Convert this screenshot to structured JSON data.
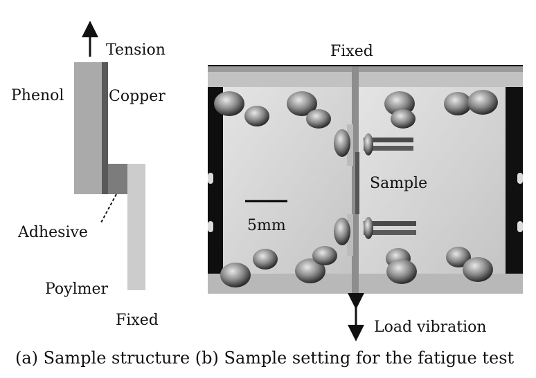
{
  "structure": {
    "tension_label": "Tension",
    "phenol_label": "Phenol",
    "copper_label": "Copper",
    "adhesive_label": "Adhesive",
    "polymer_label": "Poylmer",
    "fixed_label": "Fixed"
  },
  "setting": {
    "fixed_label": "Fixed",
    "sample_label": "Sample",
    "scale_label": "5mm",
    "load_label": "Load vibration"
  },
  "caption": "(a) Sample structure (b) Sample setting for the fatigue test",
  "colors": {
    "phenol": "#aaaaaa",
    "copper": "#595959",
    "adhesive": "#7c7c7c",
    "polymer": "#cccccc",
    "photo_bg": "#151515",
    "plate": "#d6d6d6"
  }
}
